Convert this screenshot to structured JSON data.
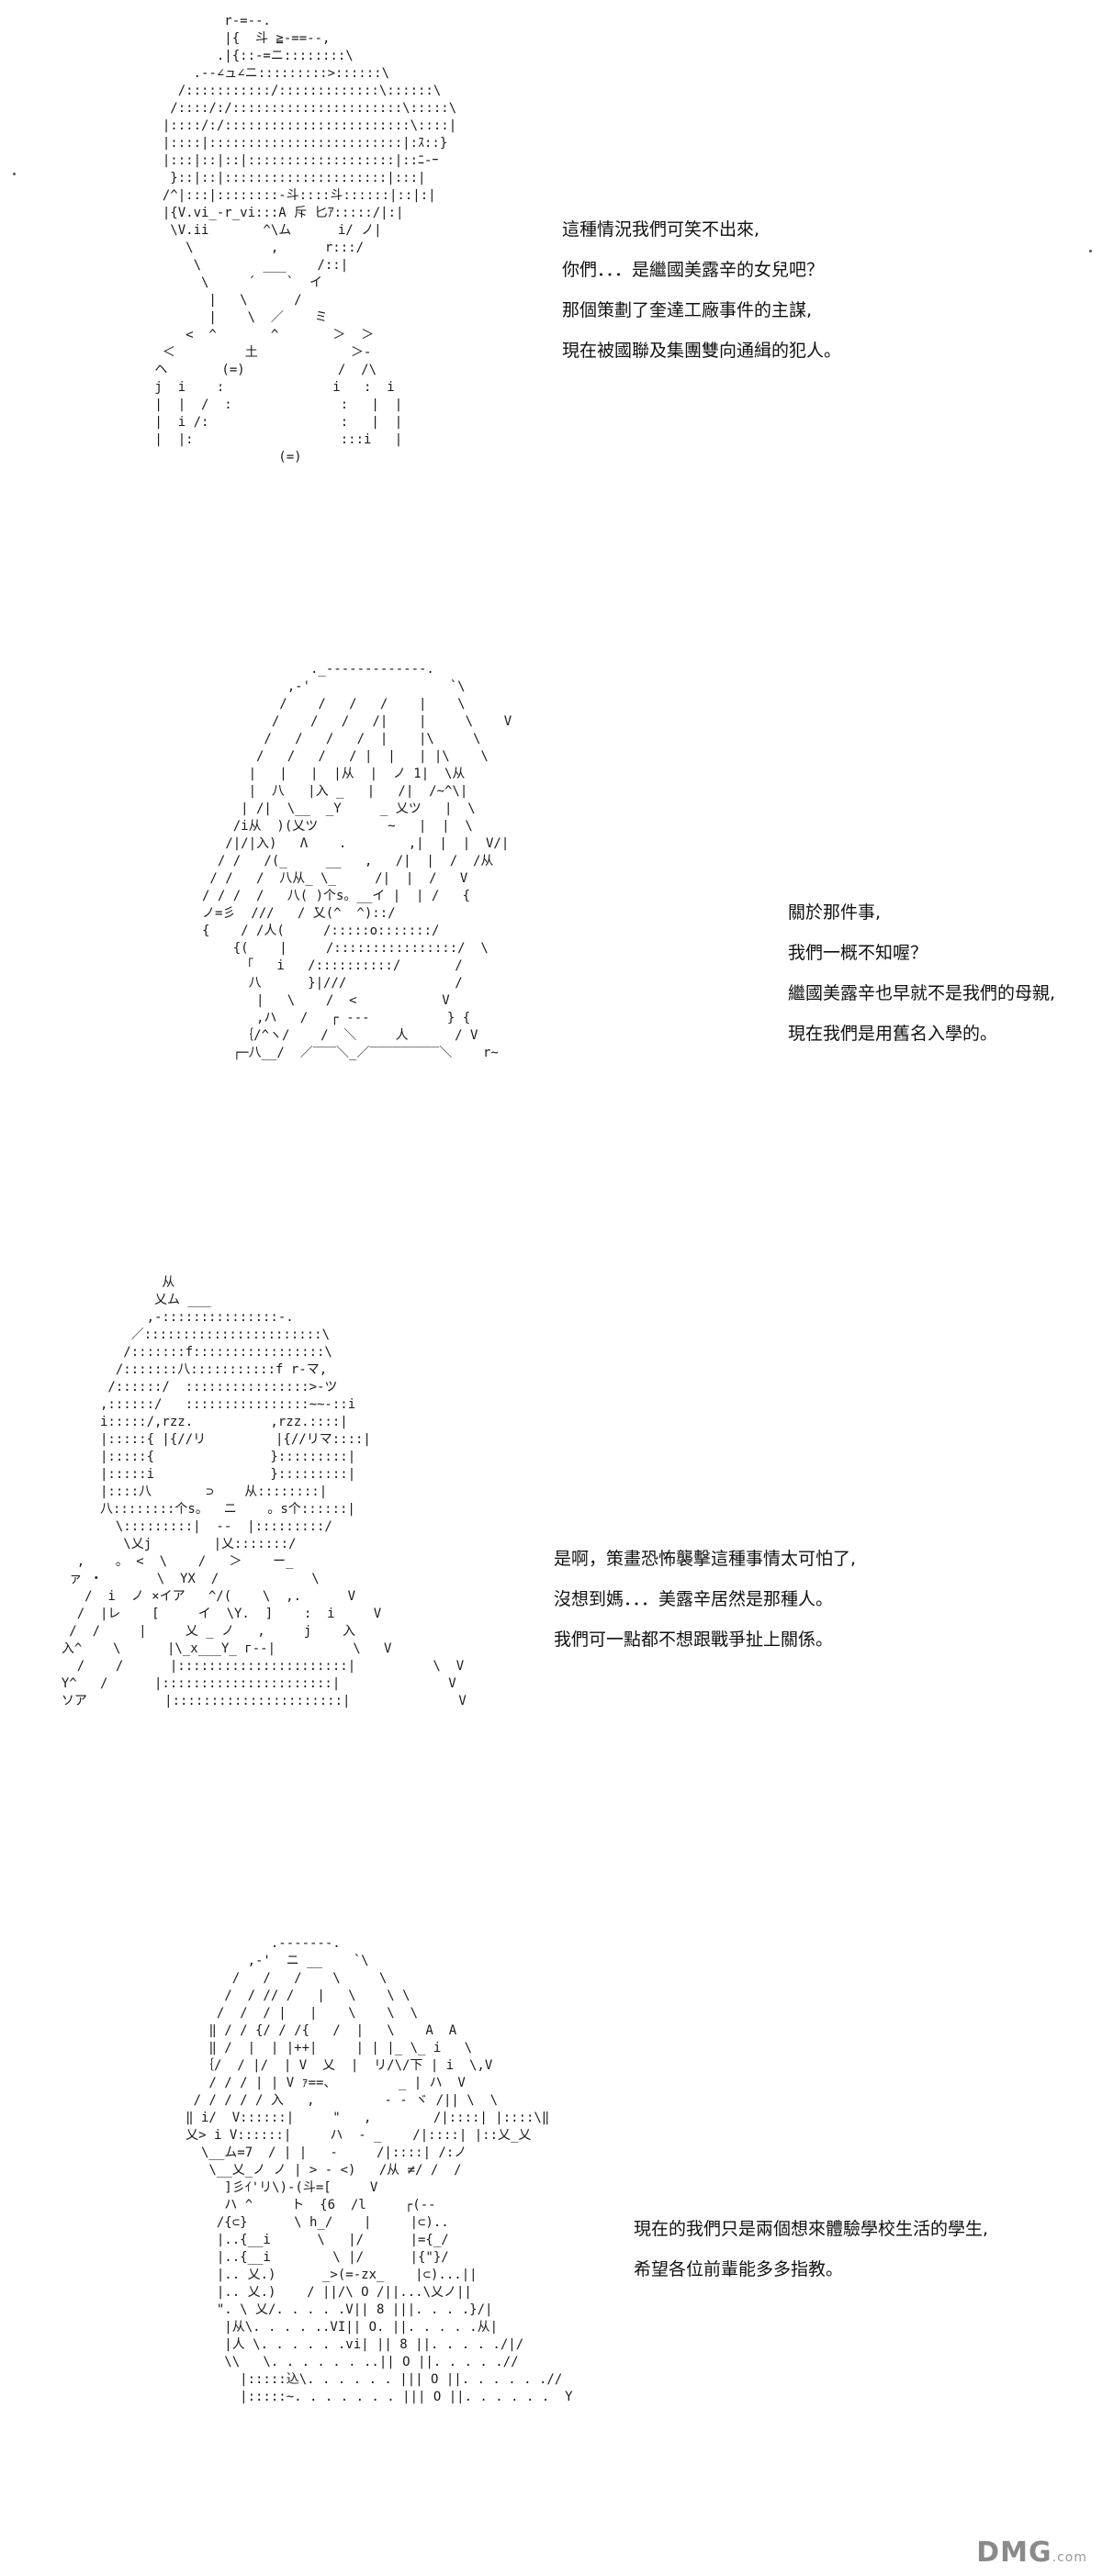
{
  "panels": [
    {
      "lines": [
        "這種情況我們可笑不出來,",
        "你們．．．是繼國美露辛的女兒吧？",
        "那個策劃了奎達工廠事件的主謀,",
        "現在被國聯及集團雙向通緝的犯人。"
      ]
    },
    {
      "lines": [
        "關於那件事,",
        "我們一概不知喔？",
        "繼國美露辛也早就不是我們的母親,",
        "現在我們是用舊名入學的。"
      ]
    },
    {
      "lines": [
        "是啊，策畫恐怖襲擊這種事情太可怕了,",
        "沒想到媽．．．美露辛居然是那種人。",
        "我們可一點都不想跟戰爭扯上關係。"
      ]
    },
    {
      "lines": [
        "現在的我們只是兩個想來體驗學校生活的學生,",
        "希望各位前輩能多多指教。"
      ]
    }
  ],
  "watermark": {
    "brand": "DMG",
    "suffix": ".com"
  }
}
